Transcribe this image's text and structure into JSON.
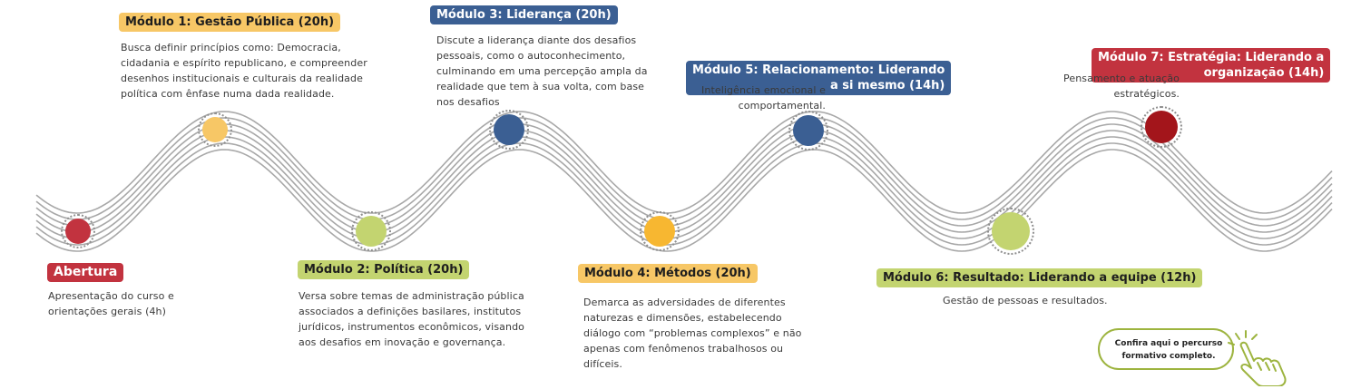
{
  "colors": {
    "yellow": "#f7c766",
    "green": "#c3d470",
    "blue": "#3b5f93",
    "red": "#c2333f",
    "dark_red": "#a3151b",
    "wave": "#a8a8a8"
  },
  "opening": {
    "title": "Abertura",
    "description": "Apresentação do curso e orientações gerais (4h)"
  },
  "modules": [
    {
      "title": "Módulo 1: Gestão Pública (20h)",
      "description": "Busca definir princípios como: Democracia, cidadania e espírito republicano, e compreender desenhos institucionais e culturais da realidade política com ênfase numa dada realidade."
    },
    {
      "title": "Módulo 2: Política (20h)",
      "description": "Versa sobre temas de administração pública associados a definições basilares, institutos jurídicos, instrumentos econômicos, visando aos desafios em inovação e governança."
    },
    {
      "title": "Módulo 3: Liderança (20h)",
      "description": "Discute a liderança diante dos desafios pessoais, como o autoconhecimento, culminando em uma percepção ampla da realidade que tem à sua volta, com base nos desafios"
    },
    {
      "title": "Módulo 4: Métodos (20h)",
      "description": "Demarca as adversidades de diferentes naturezas e dimensões, estabelecendo diálogo com “problemas complexos” e não apenas com fenômenos trabalhosos ou difíceis."
    },
    {
      "title_line1": "Módulo 5: Relacionamento: Liderando",
      "title_line2": "a si mesmo (14h)",
      "description_line1": "Inteligência emocional e",
      "description_line2": "comportamental."
    },
    {
      "title": "Módulo 6: Resultado: Liderando a equipe (12h)",
      "description": "Gestão de pessoas e resultados."
    },
    {
      "title_line1": "Módulo 7: Estratégia: Liderando a",
      "title_line2": "organização (14h)",
      "description_line1": "Pensamento e atuação",
      "description_line2": "estratégicos."
    }
  ],
  "cta": {
    "line1": "Confira aqui o percurso",
    "line2": "formativo completo."
  }
}
